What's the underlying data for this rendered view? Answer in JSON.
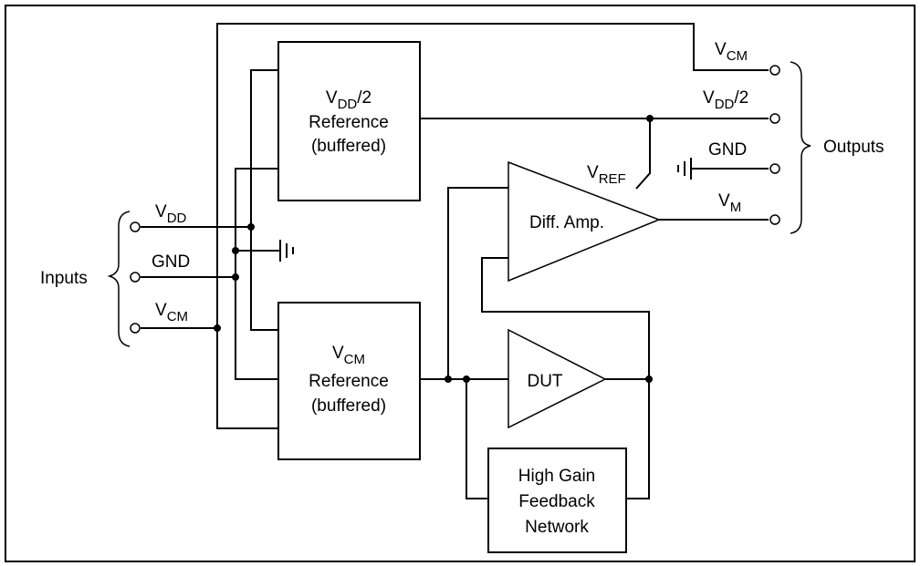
{
  "inputs": {
    "group_label": "Inputs",
    "vdd": {
      "main": "V",
      "sub": "DD"
    },
    "gnd": "GND",
    "vcm": {
      "main": "V",
      "sub": "CM"
    }
  },
  "outputs": {
    "group_label": "Outputs",
    "vcm": {
      "main": "V",
      "sub": "CM"
    },
    "vdd_half": {
      "main": "V",
      "sub": "DD",
      "tail": "/2"
    },
    "gnd": "GND",
    "vm": {
      "main": "V",
      "sub": "M"
    }
  },
  "blocks": {
    "vdd_ref": {
      "line1_main": "V",
      "line1_sub": "DD",
      "line1_tail": "/2",
      "line2": "Reference",
      "line3": "(buffered)"
    },
    "vcm_ref": {
      "line1_main": "V",
      "line1_sub": "CM",
      "line2": "Reference",
      "line3": "(buffered)"
    },
    "diff_amp": {
      "label": "Diff. Amp.",
      "ref_main": "V",
      "ref_sub": "REF"
    },
    "dut": {
      "label": "DUT"
    },
    "feedback": {
      "line1": "High Gain",
      "line2": "Feedback",
      "line3": "Network"
    }
  }
}
